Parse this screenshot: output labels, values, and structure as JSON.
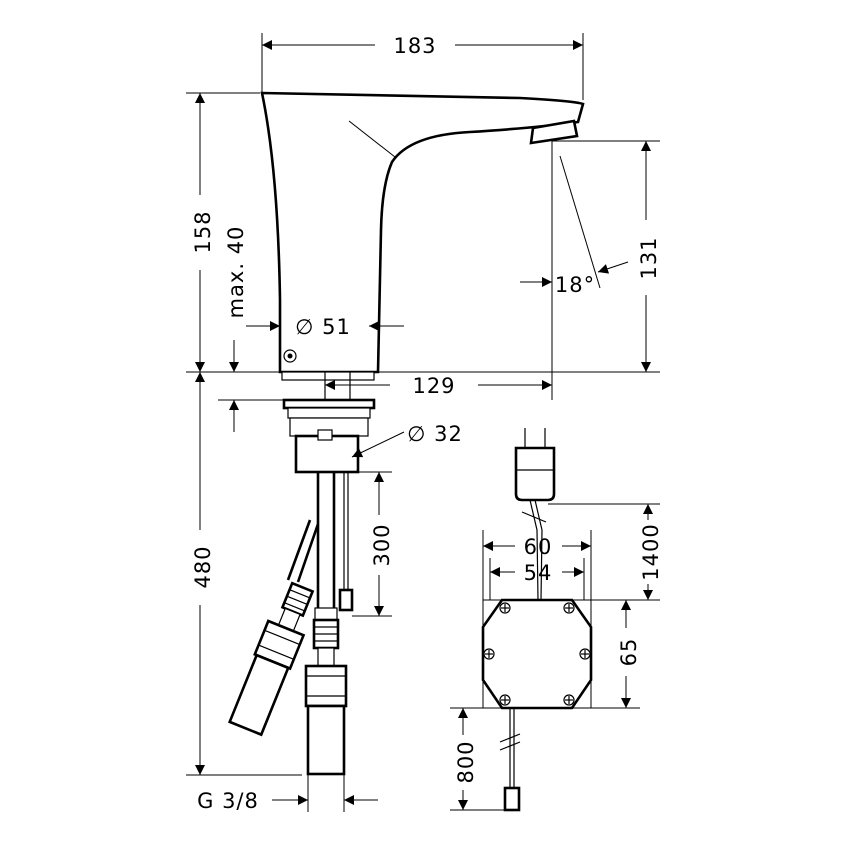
{
  "dimensions": {
    "spout_length": "183",
    "total_height": "158",
    "max_deck": "max. 40",
    "body_diameter": "∅ 51",
    "outlet_height": "131",
    "sensor_angle": "18°",
    "projection": "129",
    "hole_diameter": "∅ 32",
    "hose_length": "480",
    "cable_300": "300",
    "cable_1400": "1400",
    "box_width_outer": "60",
    "box_width_inner": "54",
    "box_height": "65",
    "cable_800": "800",
    "thread": "G 3/8"
  }
}
